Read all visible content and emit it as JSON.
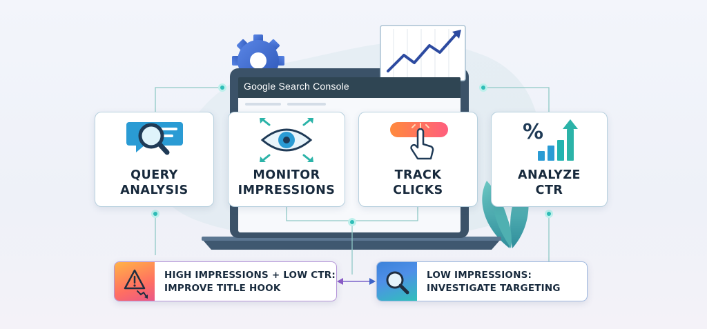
{
  "screen": {
    "brand": "Google",
    "product": "Search Console"
  },
  "cards": [
    {
      "line1": "QUERY",
      "line2": "ANALYSIS",
      "icon": "magnifier-chat-icon"
    },
    {
      "line1": "MONITOR",
      "line2": "IMPRESSIONS",
      "icon": "eye-arrows-icon"
    },
    {
      "line1": "TRACK",
      "line2": "CLICKS",
      "icon": "pointer-click-icon"
    },
    {
      "line1": "ANALYZE",
      "line2": "CTR",
      "icon": "percent-bars-icon"
    }
  ],
  "callouts": [
    {
      "line1": "HIGH IMPRESSIONS + LOW CTR:",
      "line2": "IMPROVE TITLE HOOK",
      "icon": "warning-icon"
    },
    {
      "line1": "LOW IMPRESSIONS:",
      "line2": "INVESTIGATE TARGETING",
      "icon": "search-icon"
    }
  ],
  "colors": {
    "navy": "#17293c",
    "teal": "#3ec6c1",
    "orange": "#ff8a3d",
    "purple": "#7a5cd6",
    "blue": "#2f6fd6",
    "card_border": "#b7d0de"
  }
}
